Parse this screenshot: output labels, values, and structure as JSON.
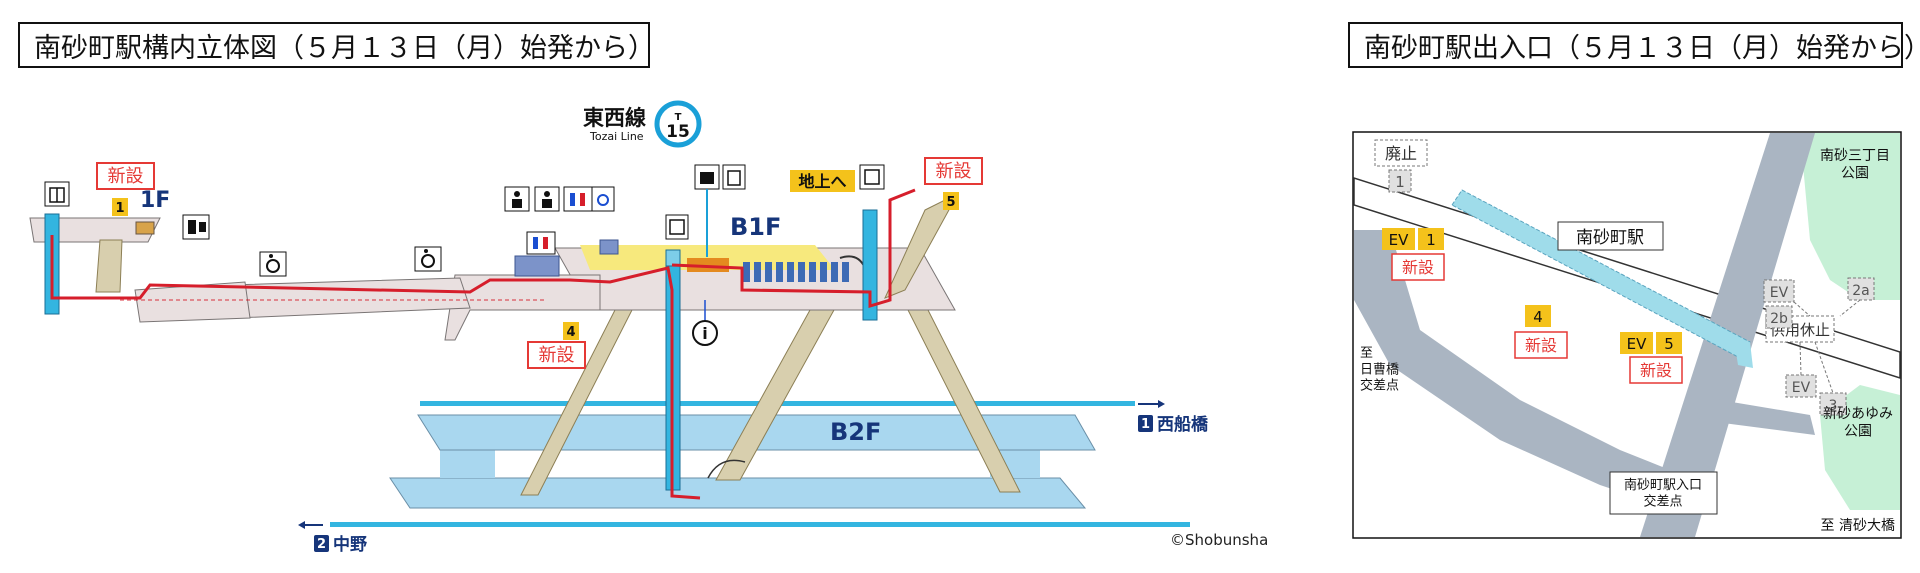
{
  "diagram": {
    "title": "南砂町駅構内立体図（５月１３日（月）始発から）",
    "line": {
      "name": "東西線",
      "name_en": "Tozai Line",
      "badge_letter": "T",
      "badge_number": "15",
      "color": "#1aa0d8"
    },
    "floors": {
      "f1": "1F",
      "b1f": "B1F",
      "b2f": "B2F"
    },
    "exits": {
      "e1": "1",
      "e4": "4",
      "e5": "5"
    },
    "new_label": "新設",
    "to_ground": "地上へ",
    "destinations": {
      "d1": {
        "number": "1",
        "name": "西船橋"
      },
      "d2": {
        "number": "2",
        "name": "中野"
      }
    },
    "copyright": "©Shobunsha",
    "colors": {
      "route": "#d61e2b",
      "track": "#33b5e0",
      "platform": "#a9d7ef",
      "concourse": "#e9e0e0",
      "highlight": "#f7e97d",
      "exit_badge": "#f4c21b",
      "new_border": "#e53935",
      "navy": "#16357a"
    }
  },
  "map": {
    "title": "南砂町駅出入口（５月１３日（月）始発から）",
    "station": "南砂町駅",
    "abolished": "廃止",
    "ev": "EV",
    "new_label": "新設",
    "suspended": "供用休止",
    "exits": {
      "e1": "1",
      "e2a": "2a",
      "e2b": "2b",
      "e3": "3",
      "e4": "4",
      "e5": "5"
    },
    "parks": {
      "park1": "南砂三丁目\n公園",
      "park2": "新砂あゆみ\n公園"
    },
    "labels": {
      "to_hiso": "至\n日曹橋\n交差点",
      "intersection": "南砂町駅入口\n交差点",
      "to_kiyosuna": "至 清砂大橋"
    },
    "colors": {
      "park": "#c6f0d6",
      "road": "#aab5c2",
      "station": "#9fdcea"
    }
  }
}
